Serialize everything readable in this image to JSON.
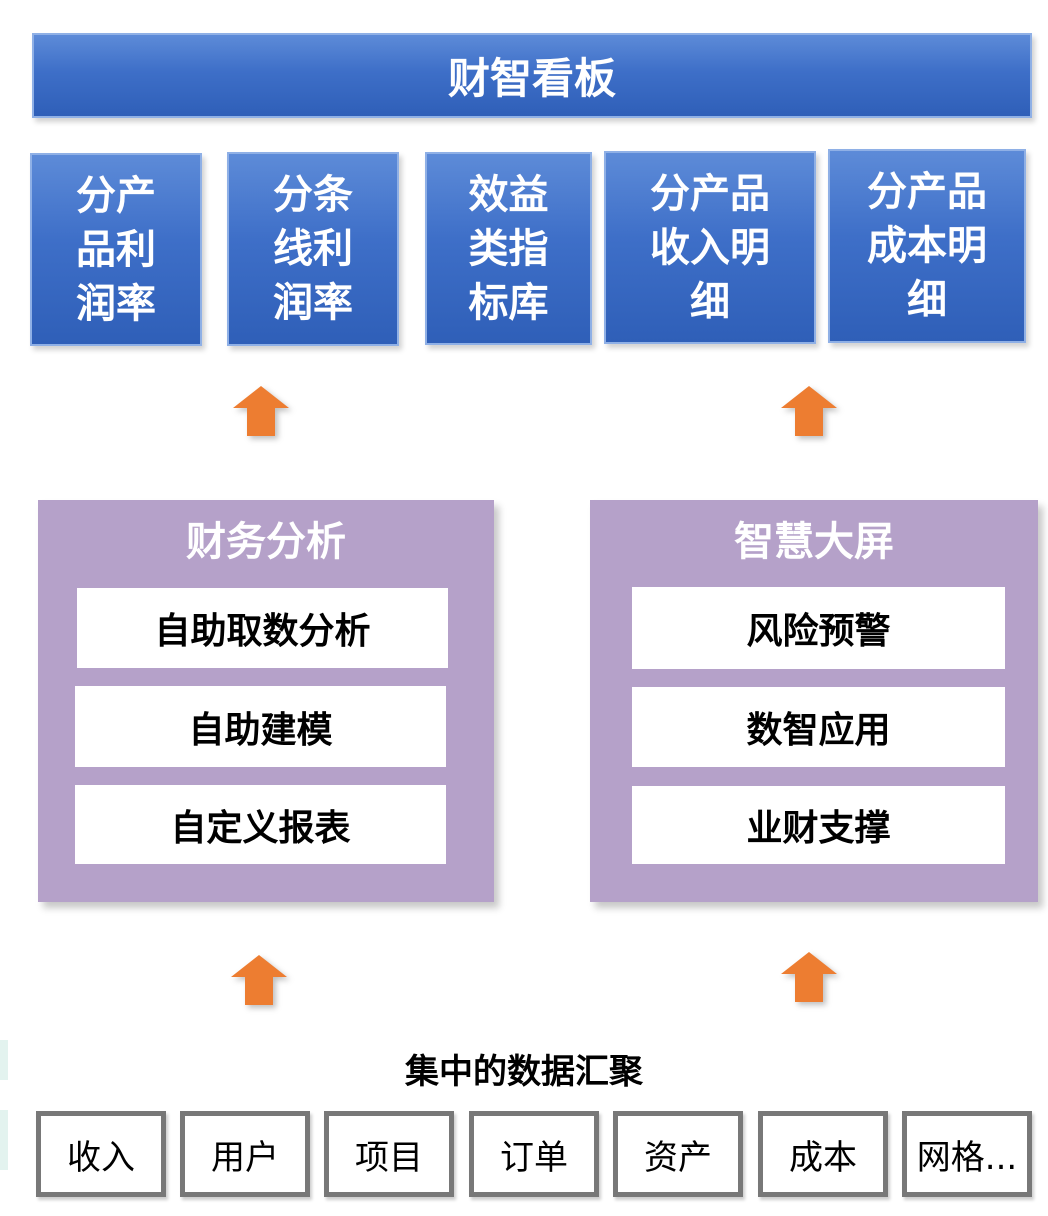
{
  "header": {
    "title": "财智看板"
  },
  "tiles": [
    {
      "label": "分产\n品利\n润率"
    },
    {
      "label": "分条\n线利\n润率"
    },
    {
      "label": "效益\n类指\n标库"
    },
    {
      "label": "分产品\n收入明\n细"
    },
    {
      "label": "分产品\n成本明\n细"
    }
  ],
  "panels": {
    "finance": {
      "title": "财务分析",
      "items": [
        "自助取数分析",
        "自助建模",
        "自定义报表"
      ]
    },
    "screen": {
      "title": "智慧大屏",
      "items": [
        "风险预警",
        "数智应用",
        "业财支撑"
      ]
    }
  },
  "sources": {
    "title": "集中的数据汇聚",
    "items": [
      "收入",
      "用户",
      "项目",
      "订单",
      "资产",
      "成本",
      "网格..."
    ]
  },
  "colors": {
    "header_blue": "#3e6fc8",
    "panel_purple": "#b5a1c9",
    "arrow_orange": "#ed7d31",
    "source_border": "#787878"
  }
}
